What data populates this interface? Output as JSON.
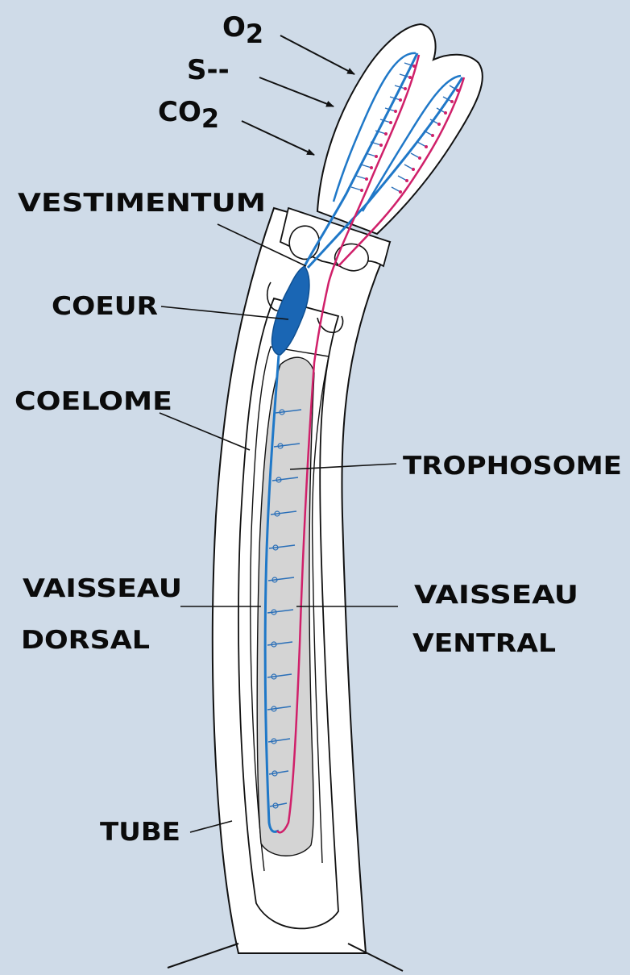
{
  "labels": {
    "o2": "O",
    "o2_sub": "2",
    "s": "S--",
    "co2": "CO",
    "co2_sub": "2",
    "vestimentum": "VESTIMENTUM",
    "coeur": "COEUR",
    "coelome": "COELOME",
    "trophosome": "TROPHOSOME",
    "vaisseau_dorsal_1": "VAISSEAU",
    "vaisseau_dorsal_2": "DORSAL",
    "vaisseau_ventral_1": "VAISSEAU",
    "vaisseau_ventral_2": "VENTRAL",
    "tube": "TUBE"
  },
  "colors": {
    "background": "#cfdbe8",
    "body": "#ffffff",
    "trophosome": "#d4d4d4",
    "dorsal_vessel": "#1f78c8",
    "ventral_vessel": "#d0206a",
    "heart": "#1a66b4",
    "outline": "#111111"
  }
}
